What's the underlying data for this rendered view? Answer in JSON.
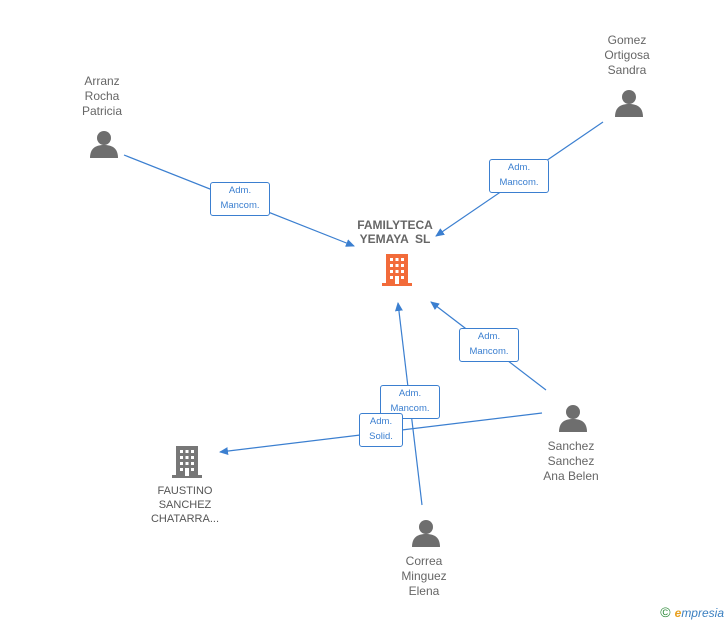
{
  "main_company": {
    "name_line1": "FAMILYTECA",
    "name_line2": "YEMAYA  SL",
    "color": "#f26b3a"
  },
  "other_company": {
    "name_line1": "FAUSTINO",
    "name_line2": "SANCHEZ",
    "name_line3": "CHATARRA...",
    "color": "#777777"
  },
  "people": [
    {
      "line1": "Arranz",
      "line2": "Rocha",
      "line3": "Patricia"
    },
    {
      "line1": "Gomez",
      "line2": "Ortigosa",
      "line3": "Sandra"
    },
    {
      "line1": "Sanchez",
      "line2": "Sanchez",
      "line3": "Ana Belen"
    },
    {
      "line1": "Correa",
      "line2": "Minguez",
      "line3": "Elena"
    }
  ],
  "edge_labels": [
    {
      "line1": "Adm.",
      "line2": "Mancom."
    },
    {
      "line1": "Adm.",
      "line2": "Mancom."
    },
    {
      "line1": "Adm.",
      "line2": "Mancom."
    },
    {
      "line1": "Adm.",
      "line2": "Mancom."
    },
    {
      "line1": "Adm.",
      "line2": "Solid."
    }
  ],
  "edge_color": "#3b7fd0",
  "person_icon_color": "#6e6e6e",
  "brand": {
    "copyright": "©",
    "first_letter": "e",
    "rest": "mpresia"
  }
}
